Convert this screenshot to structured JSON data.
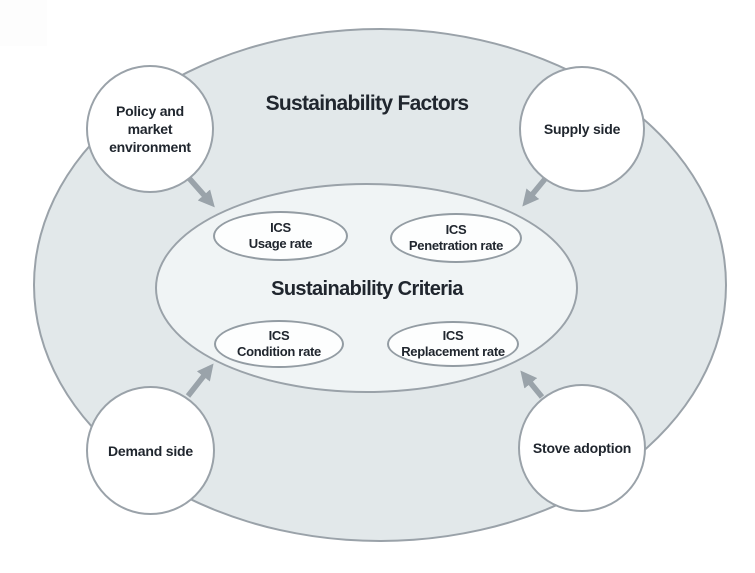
{
  "diagram": {
    "outer_label": "Sustainability Factors",
    "inner_label": "Sustainability Criteria",
    "outer_nodes": [
      {
        "id": "policy",
        "label": "Policy and market environment"
      },
      {
        "id": "supply",
        "label": "Supply side"
      },
      {
        "id": "demand",
        "label": "Demand side"
      },
      {
        "id": "stove",
        "label": "Stove adoption"
      }
    ],
    "criteria_nodes": [
      {
        "id": "usage",
        "line1": "ICS",
        "line2": "Usage rate"
      },
      {
        "id": "penetration",
        "line1": "ICS",
        "line2": "Penetration rate"
      },
      {
        "id": "condition",
        "line1": "ICS",
        "line2": "Condition rate"
      },
      {
        "id": "replacement",
        "line1": "ICS",
        "line2": "Replacement rate"
      }
    ],
    "colors": {
      "outer_ellipse_fill": "#e2e8ea",
      "inner_ellipse_fill": "#f0f4f5",
      "node_fill": "#fdfefe",
      "circle_fill": "#ffffff",
      "border": "#9aa2a9",
      "arrow": "#9aa3aa",
      "text": "#20262e",
      "background": "#ffffff"
    }
  }
}
